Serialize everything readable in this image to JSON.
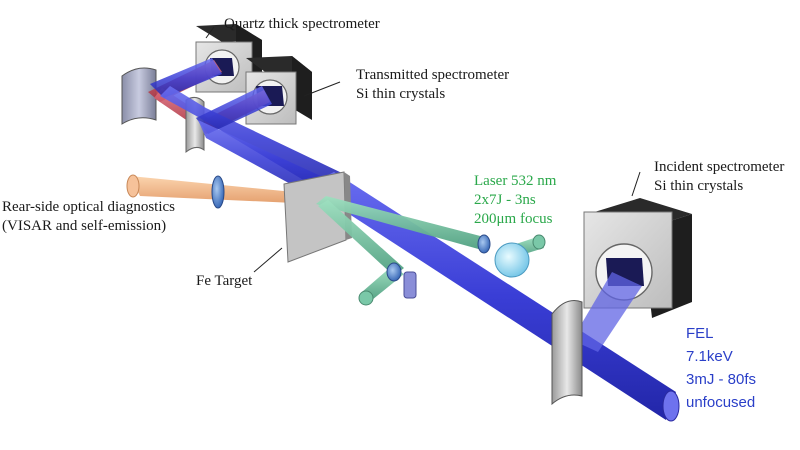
{
  "labels": {
    "quartz": "Quartz thick spectrometer",
    "transmitted": [
      "Transmitted spectrometer",
      "Si thin crystals"
    ],
    "incident": [
      "Incident spectrometer",
      "Si thin crystals"
    ],
    "rear": [
      "Rear-side optical diagnostics",
      "(VISAR and self-emission)"
    ],
    "target": "Fe Target",
    "laser": [
      "Laser 532 nm",
      "2x7J - 3ns",
      "200μm focus"
    ],
    "fel": [
      "FEL",
      "7.1keV",
      "3mJ - 80fs",
      "unfocused"
    ]
  },
  "colors": {
    "fel_beam": "#3b3fd8",
    "transmitted_beam": "#c8404a",
    "laser_beam": "#6fbf9a",
    "optical_beam": "#f0b07a",
    "spectrometer_box": "#cfcfcf",
    "label_green": "#2aa84a",
    "label_blue": "#2a3fc8"
  }
}
